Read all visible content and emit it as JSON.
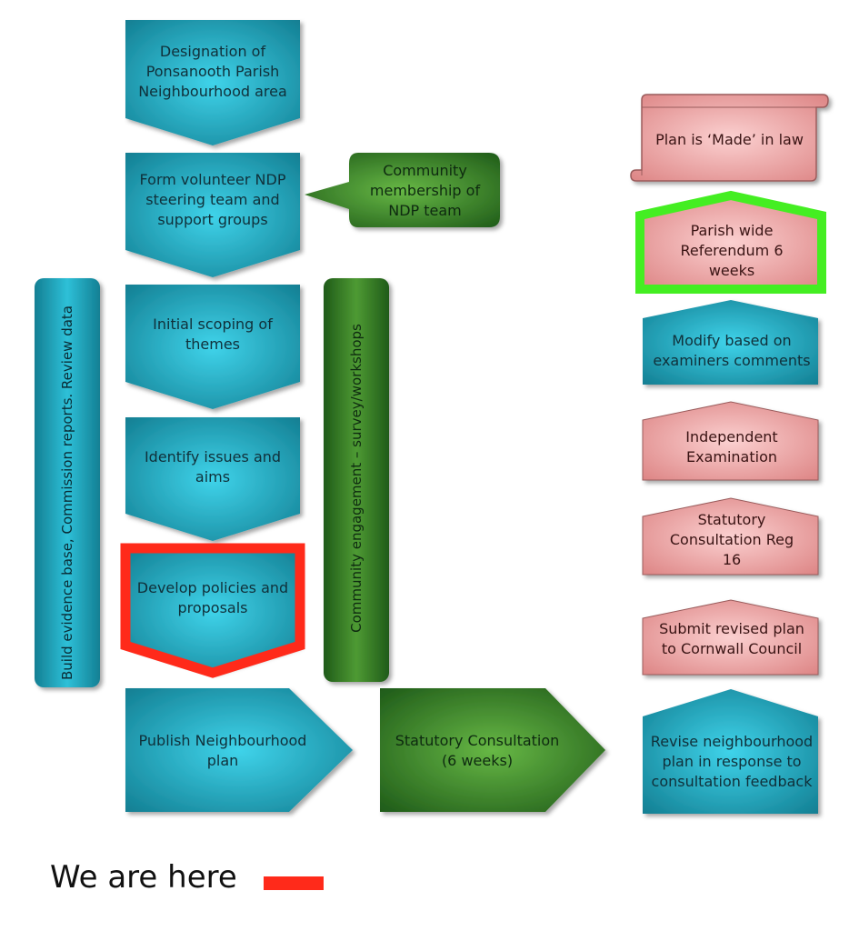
{
  "diagram": {
    "steps_left": [
      "Designation of Ponsanooth Parish Neighbourhood area",
      "Form volunteer NDP steering team and support groups",
      "Initial scoping of themes",
      "Identify issues and aims",
      "Develop policies and proposals",
      "Publish Neighbourhood plan"
    ],
    "callout_community_membership": "Community membership of NDP team",
    "side_bar_evidence": "Build evidence base, Commission reports. Review data",
    "side_bar_engagement": "Community engagement – survey/workshops",
    "statutory_consultation": "Statutory Consultation (6 weeks)",
    "steps_right": [
      "Revise neighbourhood plan in response to consultation feedback",
      "Submit revised plan to Cornwall Council",
      "Statutory Consultation Reg 16",
      "Independent Examination",
      "Modify based on examiners comments",
      "Parish wide Referendum 6 weeks",
      "Plan is ‘Made’ in law"
    ]
  },
  "legend": {
    "text": "We are here"
  },
  "colors": {
    "teal": "#1aa8c0",
    "green": "#3e8e2a",
    "pink": "#eba0a0",
    "current_marker": "#ff2a1a",
    "referendum_outline": "#44ee22"
  }
}
